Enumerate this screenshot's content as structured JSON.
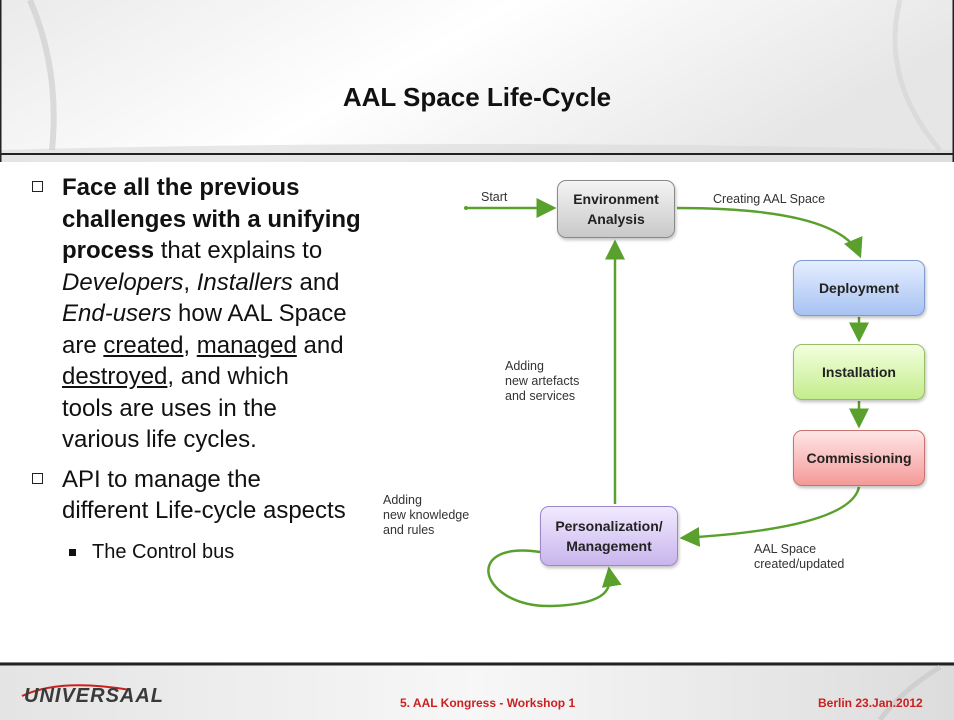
{
  "slide": {
    "title": "AAL Space Life-Cycle",
    "bullets": {
      "b1_bold1": "Face all the previous",
      "b1_bold2": "challenges with a unifying",
      "b1_bold3": "process",
      "b1_t1": " that explains to",
      "b1_developers": "Developers",
      "b1_comma1": ",",
      "b1_installers": "Installers",
      "b1_and": " and",
      "b1_endusers": "End-users",
      "b1_t2": " how AAL Space",
      "b1_are": "are ",
      "b1_created": "created",
      "b1_comma2": ", ",
      "b1_managed": "managed",
      "b1_and2": " and",
      "b1_destroyed": "destroyed",
      "b1_t3": ",  and which",
      "b1_t4": "tools are uses in the",
      "b1_t5": "various life cycles.",
      "b2_line1": "API to manage the",
      "b2_line2": "different Life-cycle aspects",
      "sub1": "The Control bus"
    }
  },
  "diagram": {
    "nodes": {
      "env_line1": "Environment",
      "env_line2": "Analysis",
      "deployment": "Deployment",
      "installation": "Installation",
      "commissioning": "Commissioning",
      "pers_line1": "Personalization/",
      "pers_line2": "Management"
    },
    "labels": {
      "start": "Start",
      "creating": "Creating AAL Space",
      "adding1_l1": "Adding",
      "adding1_l2": "new artefacts",
      "adding1_l3": "and services",
      "adding2_l1": "Adding",
      "adding2_l2": "new knowledge",
      "adding2_l3": "and rules",
      "aal_l1": "AAL Space",
      "aal_l2": "created/updated"
    },
    "colors": {
      "arrow": "#5aa02c",
      "environment": "#d9d9d9",
      "deployment": "#bcd3f7",
      "installation": "#d7f5a9",
      "commissioning": "#f8b6b4",
      "personalization": "#d9cbf3"
    }
  },
  "footer": {
    "logo_text": "UNIVERSAAL",
    "center": "5. AAL Kongress - Workshop 1",
    "right": "Berlin 23.Jan.2012",
    "color": "#cc1f1f"
  }
}
